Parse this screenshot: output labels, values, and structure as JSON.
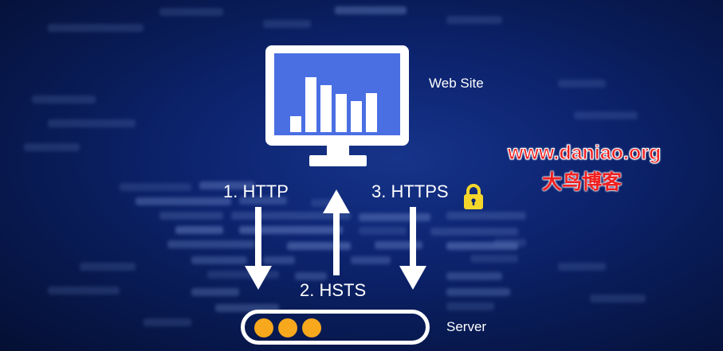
{
  "diagram": {
    "monitor_label": "Web Site",
    "server_label": "Server",
    "steps": [
      {
        "label": "1. HTTP",
        "direction": "down"
      },
      {
        "label": "2. HSTS",
        "direction": "up"
      },
      {
        "label": "3. HTTPS",
        "direction": "down"
      }
    ],
    "monitor_bar_levels": [
      0.22,
      0.77,
      0.66,
      0.53,
      0.43,
      0.54
    ],
    "server_light_count": 3
  },
  "icons": {
    "lock": "lock-icon",
    "monitor": "monitor-icon",
    "server": "server-icon"
  },
  "colors": {
    "background": "#0d2470",
    "screen": "#4a6fe3",
    "server_light": "#f7a81c",
    "lock": "#f5d62a",
    "watermark": "#f02020"
  },
  "watermark": {
    "url": "www.daniao.org",
    "name": "大鸟博客"
  }
}
